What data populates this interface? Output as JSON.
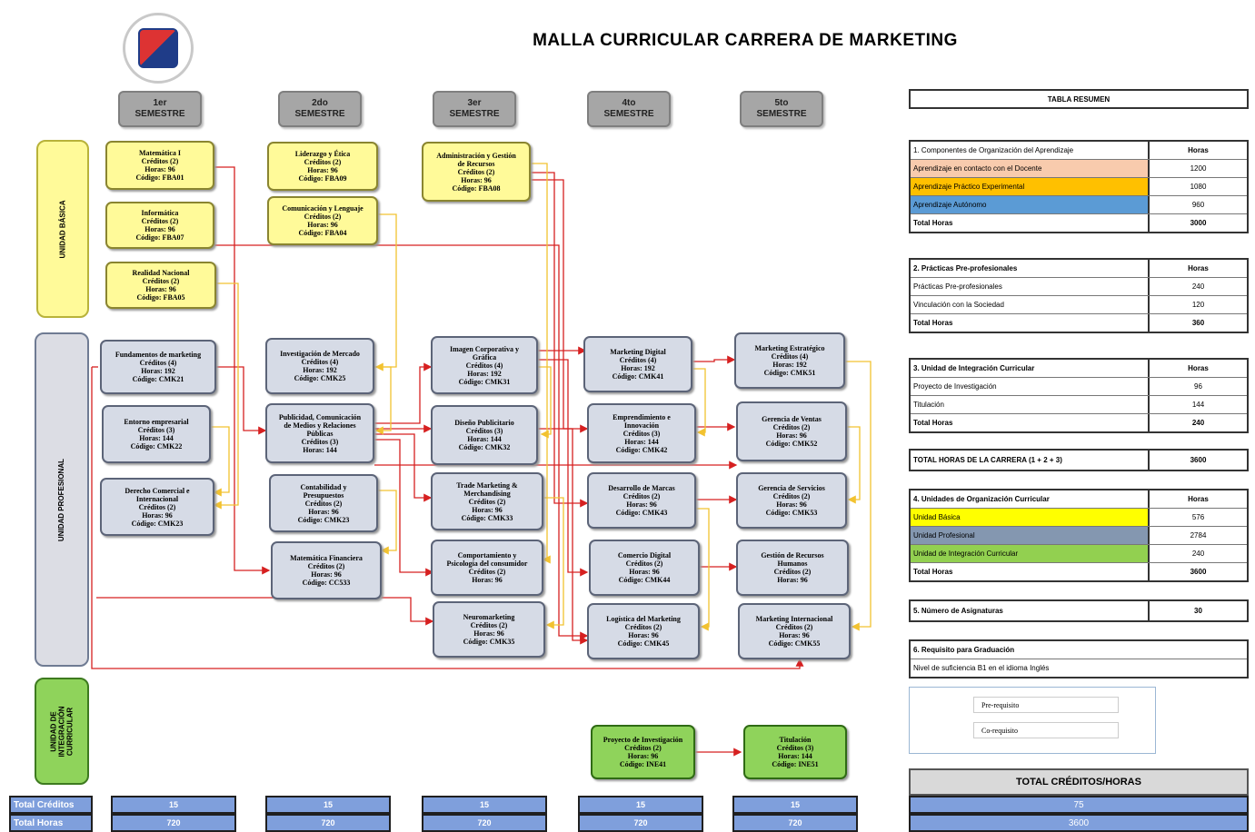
{
  "title": "MALLA CURRICULAR CARRERA DE MARKETING",
  "logo": "institution-seal",
  "semesters": [
    "1er\nSEMESTRE",
    "2do\nSEMESTRE",
    "3er\nSEMESTRE",
    "4to\nSEMESTRE",
    "5to\nSEMESTRE"
  ],
  "units": {
    "basica": "UNIDAD BÁSICA",
    "profesional": "UNIDAD PROFESIONAL",
    "integracion": "UNIDAD DE\nINTEGRACIÓN\nCURRICULAR"
  },
  "courses": {
    "matematica": "Matemática I\nCréditos (2)\nHoras: 96\nCódigo: FBA01",
    "informatica": "Informática\nCréditos (2)\nHoras: 96\nCódigo: FBA07",
    "realidad": "Realidad Nacional\nCréditos (2)\nHoras: 96\nCódigo: FBA05",
    "liderazgo": "Liderazgo y Ética\nCréditos (2)\nHoras: 96\nCódigo: FBA09",
    "comunicacion": "Comunicación y Lenguaje\nCréditos (2)\nHoras: 96\nCódigo: FBA04",
    "administracion": "Administración y Gestión\nde Recursos\nCréditos (2)\nHoras: 96\nCódigo: FBA08",
    "fundamentos": "Fundamentos de marketing\nCréditos (4)\nHoras: 192\nCódigo: CMK21",
    "entorno": "Entorno empresarial\nCréditos (3)\nHoras: 144\nCódigo: CMK22",
    "derecho": "Derecho Comercial e\nInternacional\nCréditos (2)\nHoras: 96\nCódigo: CMK23",
    "investigacion": "Investigación de Mercado\nCréditos (4)\nHoras: 192\nCódigo: CMK25",
    "publicidad": "Publicidad, Comunicación\nde Medios y Relaciones\nPúblicas\nCréditos (3)\nHoras: 144",
    "contabilidad": "Contabilidad y\nPresupuestos\nCréditos (2)\nHoras: 96\nCódigo: CMK23",
    "matfinanciera": "Matemática Financiera\nCréditos (2)\nHoras: 96\nCódigo: CC533",
    "imagen": "Imagen Corporativa y\nGráfica\nCréditos (4)\nHoras: 192\nCódigo: CMK31",
    "diseno": "Diseño Publicitario\nCréditos (3)\nHoras: 144\nCódigo: CMK32",
    "trade": "Trade Marketing &\nMerchandising\nCréditos (2)\nHoras: 96\nCódigo: CMK33",
    "comportamiento": "Comportamiento y\nPsicología del consumidor\nCréditos (2)\nHoras: 96",
    "neuromarketing": "Neuromarketing\nCréditos (2)\nHoras: 96\nCódigo: CMK35",
    "digital": "Marketing Digital\nCréditos (4)\nHoras: 192\nCódigo: CMK41",
    "emprendimiento": "Emprendimiento e\nInnovación\nCréditos (3)\nHoras: 144\nCódigo: CMK42",
    "desarrollo": "Desarrollo de Marcas\nCréditos (2)\nHoras: 96\nCódigo: CMK43",
    "comercio": "Comercio Digital\nCréditos (2)\nHoras: 96\nCódigo: CMK44",
    "logistica": "Logística del Marketing\nCréditos (2)\nHoras: 96\nCódigo: CMK45",
    "estrategico": "Marketing Estratégico\nCréditos (4)\nHoras: 192\nCódigo: CMK51",
    "gerventas": "Gerencia de Ventas\nCréditos (2)\nHoras: 96\nCódigo: CMK52",
    "gerservicios": "Gerencia de Servicios\nCréditos (2)\nHoras: 96\nCódigo: CMK53",
    "talento": "Gestión de Recursos\nHumanos\nCréditos (2)\nHoras: 96",
    "internacional": "Marketing Internacional\nCréditos (2)\nHoras: 96\nCódigo: CMK55",
    "proyecto": "Proyecto de Investigación\nCréditos (2)\nHoras: 96\nCódigo: INE41",
    "titulacion": "Titulación\nCréditos (3)\nHoras: 144\nCódigo: INE51"
  },
  "summary": {
    "title": "TABLA RESUMEN",
    "components": {
      "header": "1. Componentes de Organización del Aprendizaje",
      "header_value": "Horas",
      "rows": [
        {
          "label": "Aprendizaje en contacto con el Docente",
          "value": "1200"
        },
        {
          "label": "Aprendizaje Práctico Experimental",
          "value": "1080"
        },
        {
          "label": "Aprendizaje Autónomo",
          "value": "960"
        }
      ],
      "total_label": "Total Horas",
      "total_value": "3000"
    },
    "practicas": {
      "header": "2. Prácticas Pre-profesionales",
      "header_value": "Horas",
      "rows": [
        {
          "label": "Prácticas Pre-profesionales",
          "value": "240"
        },
        {
          "label": "Vinculación con la Sociedad",
          "value": "120"
        }
      ],
      "total_label": "Total Horas",
      "total_value": "360"
    },
    "integracion": {
      "header": "3. Unidad de Integración Curricular",
      "header_value": "Horas",
      "rows": [
        {
          "label": "Proyecto de Investigación",
          "value": "96"
        },
        {
          "label": "Titulación",
          "value": "144"
        }
      ],
      "total_label": "Total Horas",
      "total_value": "240"
    },
    "total_carrera_label": "TOTAL HORAS DE LA CARRERA (1 + 2 + 3)",
    "total_carrera_value": "3600",
    "unidades": {
      "header": "4. Unidades de Organización Curricular",
      "header_value": "Horas",
      "rows": [
        {
          "label": "Unidad Básica",
          "value": "576"
        },
        {
          "label": "Unidad Profesional",
          "value": "2784"
        },
        {
          "label": "Unidad de Integración Curricular",
          "value": "240"
        }
      ],
      "total_label": "Total Horas",
      "total_value": "3600"
    },
    "asignaturas_label": "5. Número de Asignaturas",
    "asignaturas_value": "30",
    "graduacion_header": "6. Requisito para Graduación",
    "graduacion_text": "Nivel de suficiencia B1 en el idioma Inglés"
  },
  "legend": {
    "prerequisite": "Pre-requisito",
    "corequisite": "Co-requisito"
  },
  "totals": {
    "header": "TOTAL CRÉDITOS/HORAS",
    "credits": "75",
    "hours": "3600"
  },
  "bottom": {
    "credits_label": "Total Créditos",
    "hours_label": "Total Horas",
    "credits": [
      "15",
      "15",
      "15",
      "15",
      "15"
    ],
    "hours": [
      "720",
      "720",
      "720",
      "720",
      "720"
    ]
  },
  "colors": {
    "prerequisite": "#d62020",
    "corequisite": "#f2c230"
  }
}
